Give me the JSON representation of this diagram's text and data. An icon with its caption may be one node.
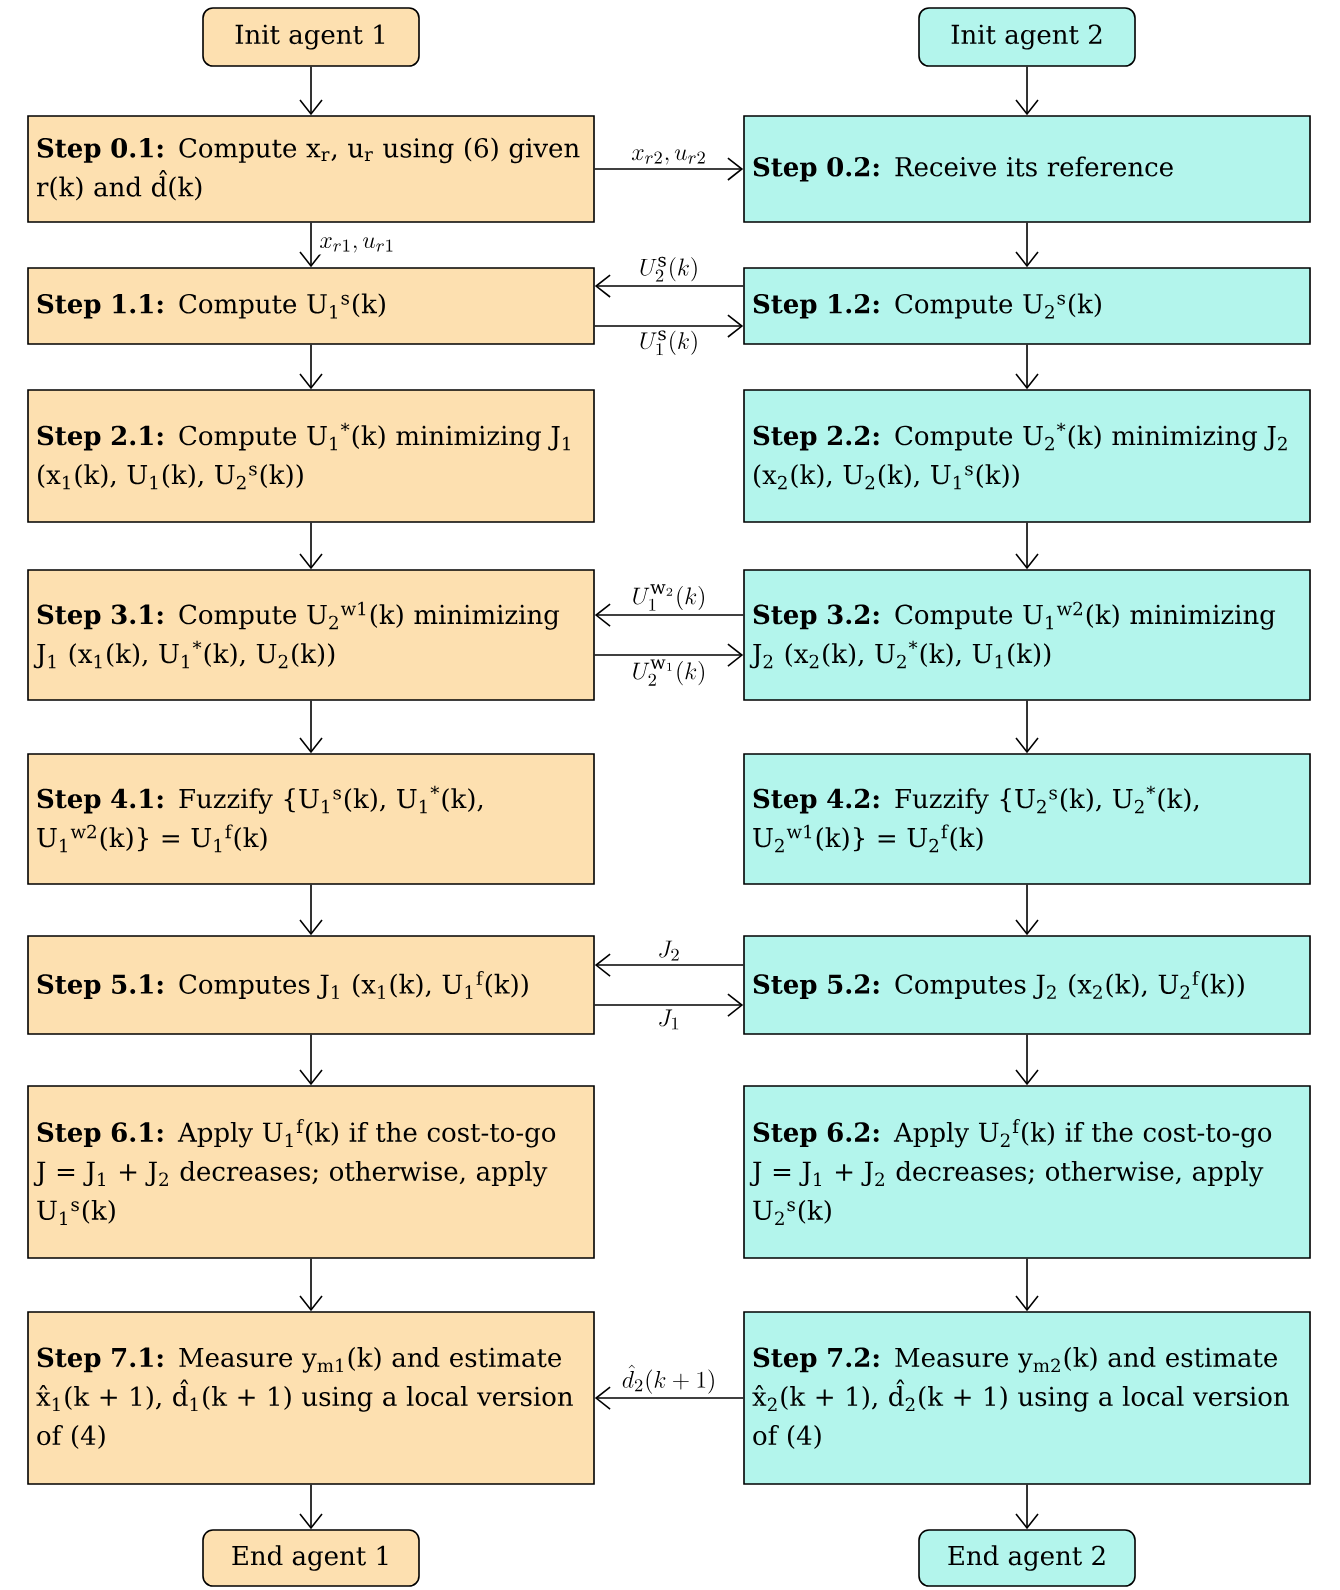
{
  "diagram": {
    "nodes": [
      {
        "text": [
          "Init agent 1"
        ]
      },
      {
        "text": [
          "Init agent 2"
        ]
      },
      {
        "text": [
          "Step 0.1:",
          "Compute x$_{r}$, u$_{r}$ using (6) given r(k) and d̂(k)"
        ]
      },
      {
        "text": [
          "Step 0.2:",
          "Receive its reference"
        ]
      },
      {
        "text": [
          "Step 1.1:",
          "Compute U$_{1}$$^{s}$(k)"
        ]
      },
      {
        "text": [
          "Step 1.2:",
          "Compute U$_{2}$$^{s}$(k)"
        ]
      },
      {
        "text": [
          "Step 2.1:",
          "Compute U$_{1}$$^{*}$(k) minimizing J$_{1}$ (x$_{1}$(k), U$_{1}$(k), U$_{2}$$^{s}$(k))"
        ]
      },
      {
        "text": [
          "Step 2.2:",
          "Compute U$_{2}$$^{*}$(k) minimizing J$_{2}$ (x$_{2}$(k), U$_{2}$(k), U$_{1}$$^{s}$(k))"
        ]
      },
      {
        "text": [
          "Step 3.1:",
          "Compute U$_{2}$$^{w1}$(k) minimizing J$_{1}$ (x$_{1}$(k), U$_{1}$$^{*}$(k), U$_{2}$(k))"
        ]
      },
      {
        "text": [
          "Step 3.2:",
          "Compute U$_{1}$$^{w2}$(k) minimizing J$_{2}$ (x$_{2}$(k), U$_{2}$$^{*}$(k), U$_{1}$(k))"
        ]
      },
      {
        "text": [
          "Step 4.1:",
          "Fuzzify {U$_{1}$$^{s}$(k), U$_{1}$$^{*}$(k), U$_{1}$$^{w2}$(k)} = U$_{1}$$^{f}$(k)"
        ]
      },
      {
        "text": [
          "Step 4.2:",
          "Fuzzify {U$_{2}$$^{s}$(k), U$_{2}$$^{*}$(k), U$_{2}$$^{w1}$(k)} = U$_{2}$$^{f}$(k)"
        ]
      },
      {
        "text": [
          "Step 5.1:",
          "Computes J$_{1}$ (x$_{1}$(k), U$_{1}$$^{f}$(k))"
        ]
      },
      {
        "text": [
          "Step 5.2:",
          "Computes J$_{2}$ (x$_{2}$(k), U$_{2}$$^{f}$(k))"
        ]
      },
      {
        "text": [
          "Step 6.1:",
          "Apply U$_{1}$$^{f}$(k) if the cost-to-go J = J$_{1}$ + J$_{2}$ decreases; otherwise, apply U$_{1}$$^{s}$(k)"
        ]
      },
      {
        "text": [
          "Step 6.2:",
          "Apply U$_{2}$$^{f}$(k) if the cost-to-go J = J$_{1}$ + J$_{2}$ decreases; otherwise, apply U$_{2}$$^{s}$(k)"
        ]
      },
      {
        "text": [
          "Step 7.1:",
          "Measure y$_{m1}$(k) and estimate x̂$_{1}$(k + 1), d̂$_{1}$(k + 1) using a local version of (4)"
        ]
      },
      {
        "text": [
          "Step 7.2:",
          "Measure y$_{m2}$(k) and estimate x̂$_{2}$(k + 1), d̂$_{2}$(k + 1) using a local version of (4)"
        ]
      },
      {
        "text": [
          "End agent 1"
        ]
      },
      {
        "text": [
          "End agent 2"
        ]
      }
    ],
    "edges": [
      {
        "from": 0,
        "to": 2,
        "arrow": "to"
      },
      {
        "from": 1,
        "to": 3,
        "arrow": "to"
      },
      {
        "from": 2,
        "to": 3,
        "arrow": "to",
        "label": "x_{r2}, u_{r2}"
      },
      {
        "from": 2,
        "to": 4,
        "arrow": "to",
        "label": "x_{r1}, u_{r1}"
      },
      {
        "from": 3,
        "to": 5,
        "arrow": "to"
      },
      {
        "from": 5,
        "to": 4,
        "arrow": "to",
        "label": "U_2^{\\mathrm{s}}(k)"
      },
      {
        "from": 4,
        "to": 5,
        "arrow": "to",
        "label": "U_1^{\\mathrm{s}}(k)"
      },
      {
        "from": 4,
        "to": 6,
        "arrow": "to"
      },
      {
        "from": 5,
        "to": 7,
        "arrow": "to"
      },
      {
        "from": 6,
        "to": 8,
        "arrow": "to"
      },
      {
        "from": 7,
        "to": 9,
        "arrow": "to"
      },
      {
        "from": 9,
        "to": 8,
        "arrow": "to",
        "label": "U_1^{\\mathrm{w}_2}(k)"
      },
      {
        "from": 8,
        "to": 9,
        "arrow": "to",
        "label": "U_2^{\\mathrm{w}_1}(k)"
      },
      {
        "from": 8,
        "to": 10,
        "arrow": "to"
      },
      {
        "from": 9,
        "to": 11,
        "arrow": "to"
      },
      {
        "from": 10,
        "to": 12,
        "arrow": "to"
      },
      {
        "from": 11,
        "to": 13,
        "arrow": "to"
      },
      {
        "from": 13,
        "to": 12,
        "arrow": "to",
        "label": "J_2"
      },
      {
        "from": 12,
        "to": 13,
        "arrow": "to",
        "label": "J_1"
      },
      {
        "from": 12,
        "to": 14,
        "arrow": "to"
      },
      {
        "from": 13,
        "to": 15,
        "arrow": "to"
      },
      {
        "from": 14,
        "to": 16,
        "arrow": "to"
      },
      {
        "from": 15,
        "to": 17,
        "arrow": "to"
      },
      {
        "from": 17,
        "to": 16,
        "arrow": "to",
        "label": "\\hat{d}_2(k+1)"
      },
      {
        "from": 16,
        "to": 18,
        "arrow": "to"
      },
      {
        "from": 17,
        "to": 19,
        "arrow": "to"
      }
    ]
  }
}
